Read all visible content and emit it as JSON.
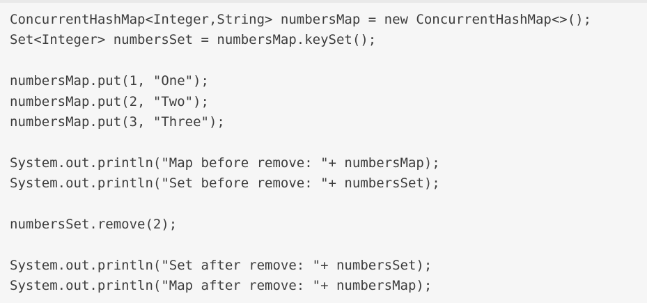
{
  "page": {
    "background_color": "#f6f6f6",
    "top_strip_color": "#e9e9e9",
    "code_text_color": "#3d3d3d"
  },
  "code": {
    "language": "java",
    "lines": [
      "ConcurrentHashMap<Integer,String> numbersMap = new ConcurrentHashMap<>();",
      "Set<Integer> numbersSet = numbersMap.keySet();",
      "",
      "numbersMap.put(1, \"One\");",
      "numbersMap.put(2, \"Two\");",
      "numbersMap.put(3, \"Three\");",
      "",
      "System.out.println(\"Map before remove: \"+ numbersMap);",
      "System.out.println(\"Set before remove: \"+ numbersSet);",
      "",
      "numbersSet.remove(2);",
      "",
      "System.out.println(\"Set after remove: \"+ numbersSet);",
      "System.out.println(\"Map after remove: \"+ numbersMap);"
    ]
  }
}
